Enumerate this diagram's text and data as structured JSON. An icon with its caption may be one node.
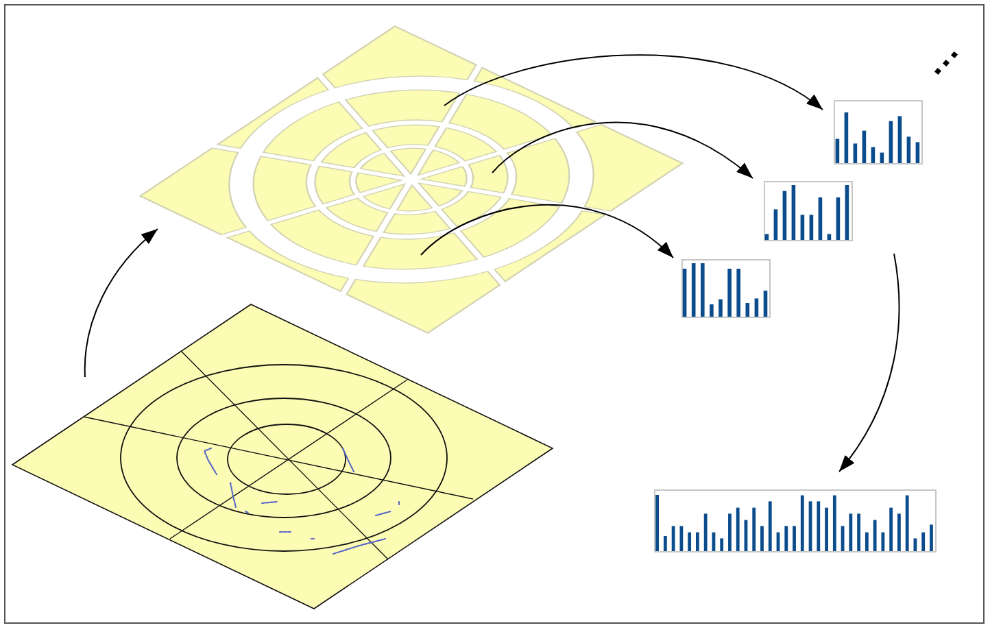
{
  "diagram": {
    "nodes": [
      {
        "text": [],
        "shape": "picture"
      },
      {
        "text": [],
        "shape": "picture"
      },
      {
        "text": [],
        "shape": "picture"
      },
      {
        "text": [],
        "shape": "picture"
      },
      {
        "text": [],
        "shape": "picture"
      },
      {
        "text": [],
        "shape": "picture"
      }
    ],
    "edges": [
      {
        "from": 0,
        "to": 1,
        "arrow": "to"
      },
      {
        "from": 1,
        "to": 2,
        "arrow": "to"
      },
      {
        "from": 1,
        "to": 3,
        "arrow": "to"
      },
      {
        "from": 1,
        "to": 4,
        "arrow": "to"
      },
      {
        "from": null,
        "to": 5,
        "arrow": "to"
      }
    ]
  }
}
